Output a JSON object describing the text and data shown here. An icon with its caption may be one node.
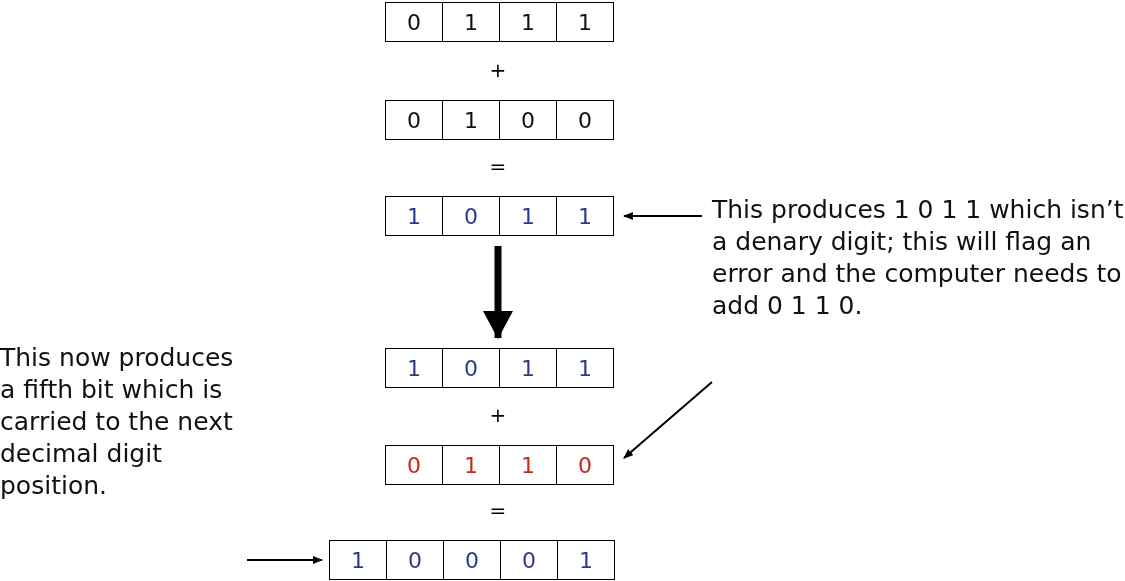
{
  "diagram": {
    "nodes": [
      {
        "text": [
          "0",
          "1",
          "1",
          "1"
        ]
      },
      {
        "text": [
          "0",
          "1",
          "0",
          "0"
        ]
      },
      {
        "text": [
          "1",
          "0",
          "1",
          "1"
        ]
      },
      {
        "text": [
          "1",
          "0",
          "1",
          "1"
        ]
      },
      {
        "text": [
          "0",
          "1",
          "1",
          "0"
        ]
      },
      {
        "text": [
          "1",
          "0",
          "0",
          "0",
          "1"
        ]
      },
      {
        "text": [
          "This produces 1 0 1 1 which isn’t a denary digit; this will flag an error and the computer needs to add 0 1 1 0."
        ]
      },
      {
        "text": [
          "This now produces a fifth bit which is carried to the next decimal digit position."
        ]
      }
    ],
    "edges": [
      {
        "from": 6,
        "to": 2,
        "arrow": "to"
      },
      {
        "from": 2,
        "to": 3,
        "arrow": "to",
        "style": "thick"
      },
      {
        "from": 6,
        "to": 4,
        "arrow": "to"
      },
      {
        "from": 7,
        "to": 5,
        "arrow": "to"
      }
    ],
    "labels": [
      "+",
      "=",
      "+",
      "="
    ]
  }
}
